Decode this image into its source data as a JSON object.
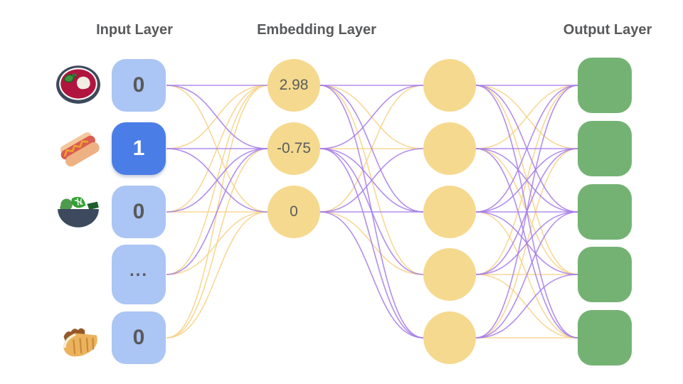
{
  "headers": {
    "input": "Input Layer",
    "embedding": "Embedding Layer",
    "output": "Output Layer"
  },
  "input_layer": {
    "nodes": [
      {
        "value": "0",
        "icon": "borscht-icon",
        "active": false
      },
      {
        "value": "1",
        "icon": "hotdog-icon",
        "active": true
      },
      {
        "value": "0",
        "icon": "salad-icon",
        "active": false
      },
      {
        "value": "...",
        "icon": null,
        "active": false
      },
      {
        "value": "0",
        "icon": "pita-icon",
        "active": false
      }
    ]
  },
  "embedding_layer": {
    "values": [
      "2.98",
      "-0.75",
      "0"
    ]
  },
  "hidden_layer": {
    "count": 5
  },
  "output_layer": {
    "count": 5
  },
  "connections": {
    "input_to_embedding": [
      "PPY",
      "YPP",
      "YPY",
      "YPY",
      "YYY"
    ],
    "embedding_to_hidden": [
      "PYPYP",
      "PYPPP",
      "YPPYP"
    ],
    "hidden_to_output": [
      "PYPYP",
      "YPPYP",
      "PPPPY",
      "YPPYY",
      "PYPPY"
    ]
  },
  "colors": {
    "node_blue_inactive": "#abc5f4",
    "node_blue_active": "#4a7de6",
    "node_yellow": "#f5d98e",
    "node_green": "#74b274",
    "edge_purple": "#a47ae8",
    "edge_yellow": "#f6d48c",
    "text_dark": "#58595b",
    "text_light": "#ffffff"
  }
}
